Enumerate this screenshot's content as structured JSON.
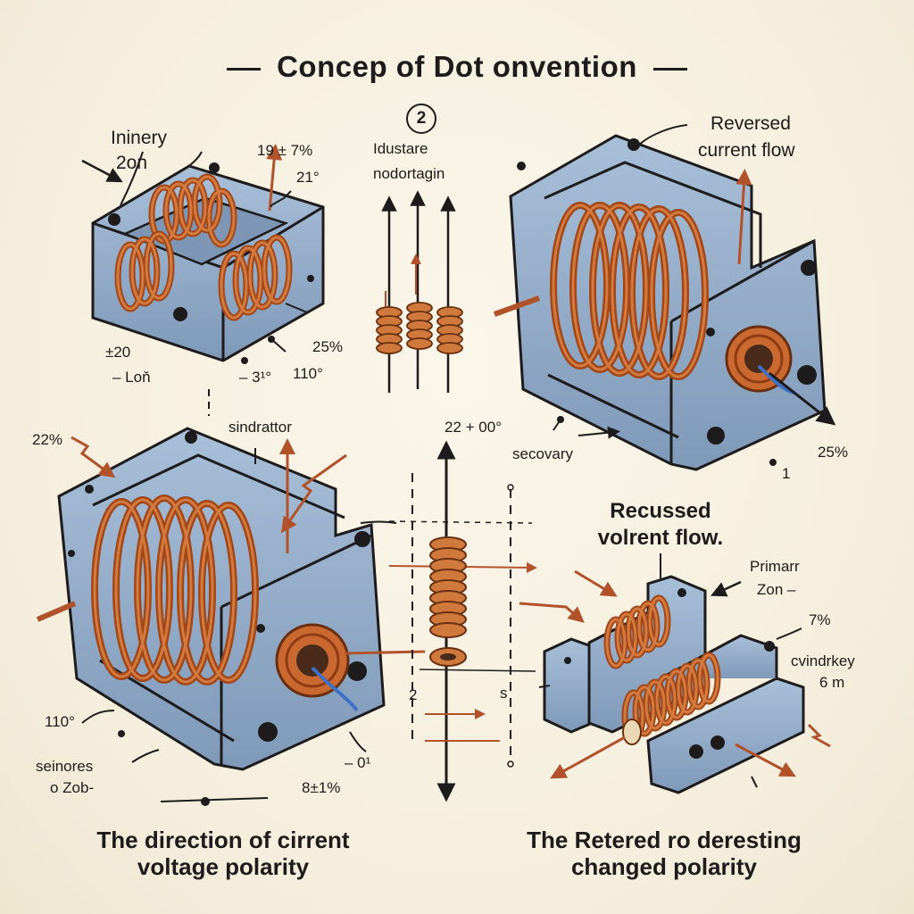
{
  "title": "Concep of Dot onvention",
  "badge": "2",
  "center_top": {
    "line1": "Idustare",
    "line2": "nodortagin"
  },
  "top_left": {
    "label_a_line1": "Ininery",
    "label_a_line2": "2on",
    "val_19": "19 ± 7%",
    "val_21": "21°",
    "val_20": "±20",
    "val_lon": "– Loň",
    "val_3": "– 3¹°",
    "val_110": "110°",
    "val_25": "25%"
  },
  "top_right": {
    "label_line1": "Reversed",
    "label_line2": "current flow",
    "secondary": "secovary",
    "val_25": "25%",
    "val_1": "1"
  },
  "bottom_left": {
    "val_22": "22%",
    "sindrattor": "sindrattor",
    "val_110": "110°",
    "seinores_line1": "seinores",
    "seinores_line2": "o Zob-",
    "val_0": "– 0¹",
    "val_8": "8±1%",
    "caption_line1": "The direction of cirrent",
    "caption_line2": "voltage polarity"
  },
  "center_bottom": {
    "val_22": "22 + 00°",
    "val_2": "2",
    "val_s": "s"
  },
  "bottom_right": {
    "recussed_line1": "Recussed",
    "recussed_line2": "volrent flow.",
    "primarr_line1": "Primarr",
    "primarr_line2": "Zon –",
    "val_7": "7%",
    "cvindrkey_line1": "cvindrkey",
    "cvindrkey_line2": "6 m",
    "caption_line1": "The Retered ro deresting",
    "caption_line2": "changed polarity"
  },
  "colors": {
    "background": "#f5eedd",
    "frame": "#8fa9c8",
    "copper": "#c4622a",
    "outline": "#1d1b1b"
  }
}
